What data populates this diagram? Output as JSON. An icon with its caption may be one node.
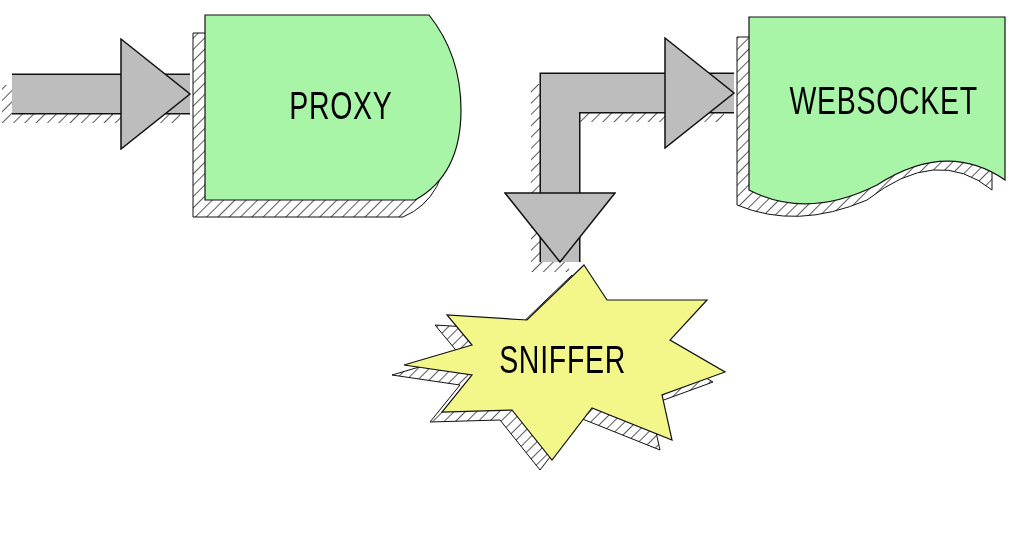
{
  "diagram": {
    "nodes": [
      {
        "text": [
          "PROXY"
        ]
      },
      {
        "text": [
          "WEBSOCKET"
        ]
      },
      {
        "text": [
          "SNIFFER"
        ]
      }
    ],
    "edges": [
      {
        "from": null,
        "to": 0,
        "arrow": "to"
      },
      {
        "from": 2,
        "to": 1,
        "arrow": "both"
      }
    ]
  }
}
